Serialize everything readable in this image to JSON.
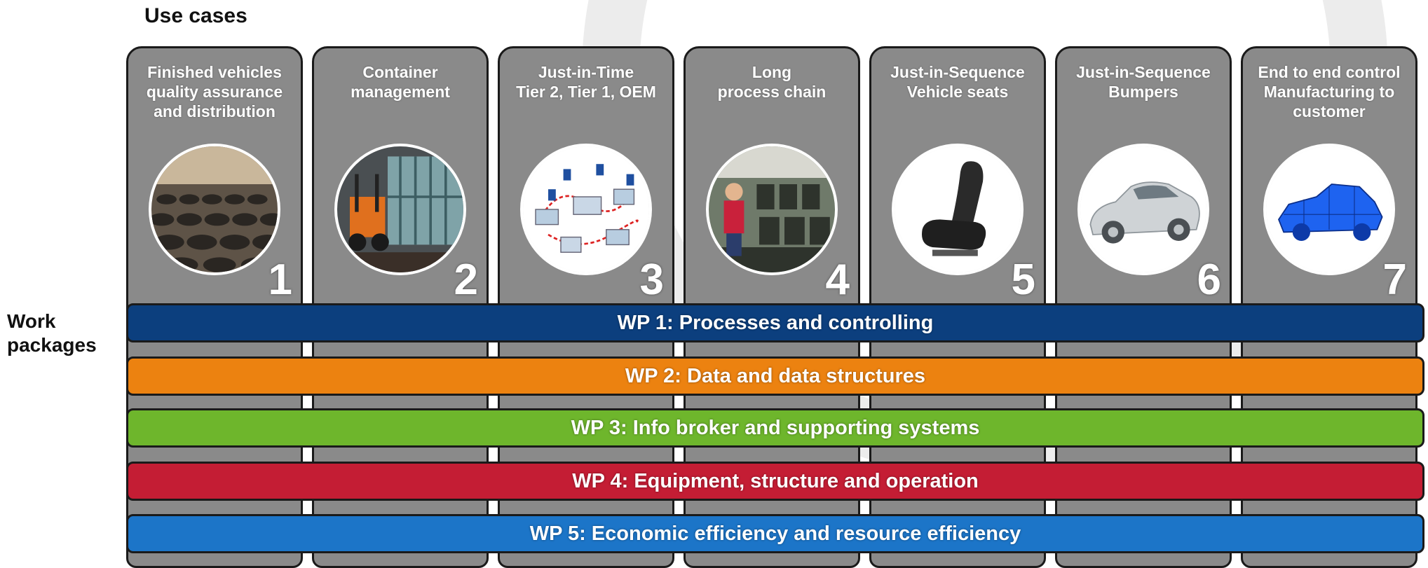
{
  "header": {
    "use_cases_title": "Use cases",
    "work_packages_title_line1": "Work",
    "work_packages_title_line2": "packages"
  },
  "use_cases": [
    {
      "number": "1",
      "label_lines": [
        "Finished vehicles",
        "quality assurance",
        "and distribution"
      ],
      "photo": "tires-storage-photo"
    },
    {
      "number": "2",
      "label_lines": [
        "Container",
        "management"
      ],
      "photo": "forklift-container-photo"
    },
    {
      "number": "3",
      "label_lines": [
        "Just-in-Time",
        "Tier 2, Tier 1, OEM"
      ],
      "photo": "supply-chain-network-illustration"
    },
    {
      "number": "4",
      "label_lines": [
        "Long",
        "process chain"
      ],
      "photo": "factory-worker-photo"
    },
    {
      "number": "5",
      "label_lines": [
        "Just-in-Sequence",
        "Vehicle seats"
      ],
      "photo": "vehicle-seat-photo"
    },
    {
      "number": "6",
      "label_lines": [
        "Just-in-Sequence",
        "Bumpers"
      ],
      "photo": "silver-car-photo"
    },
    {
      "number": "7",
      "label_lines": [
        "End to end control",
        "Manufacturing to",
        "customer"
      ],
      "photo": "blue-car-model-illustration"
    }
  ],
  "work_packages": [
    {
      "label": "WP 1:  Processes and controlling",
      "color": "#0c3f7e"
    },
    {
      "label": "WP 2:  Data and data structures",
      "color": "#ec8210"
    },
    {
      "label": "WP 3:  Info broker and supporting systems",
      "color": "#6eb62c"
    },
    {
      "label": "WP 4:  Equipment, structure and operation",
      "color": "#c41d34"
    },
    {
      "label": "WP 5: Economic efficiency and resource efficiency",
      "color": "#1c75c8"
    }
  ],
  "colors": {
    "column_fill": "#8a8a8a",
    "column_border": "#1a1a1a",
    "background_arc": "#ececec"
  }
}
